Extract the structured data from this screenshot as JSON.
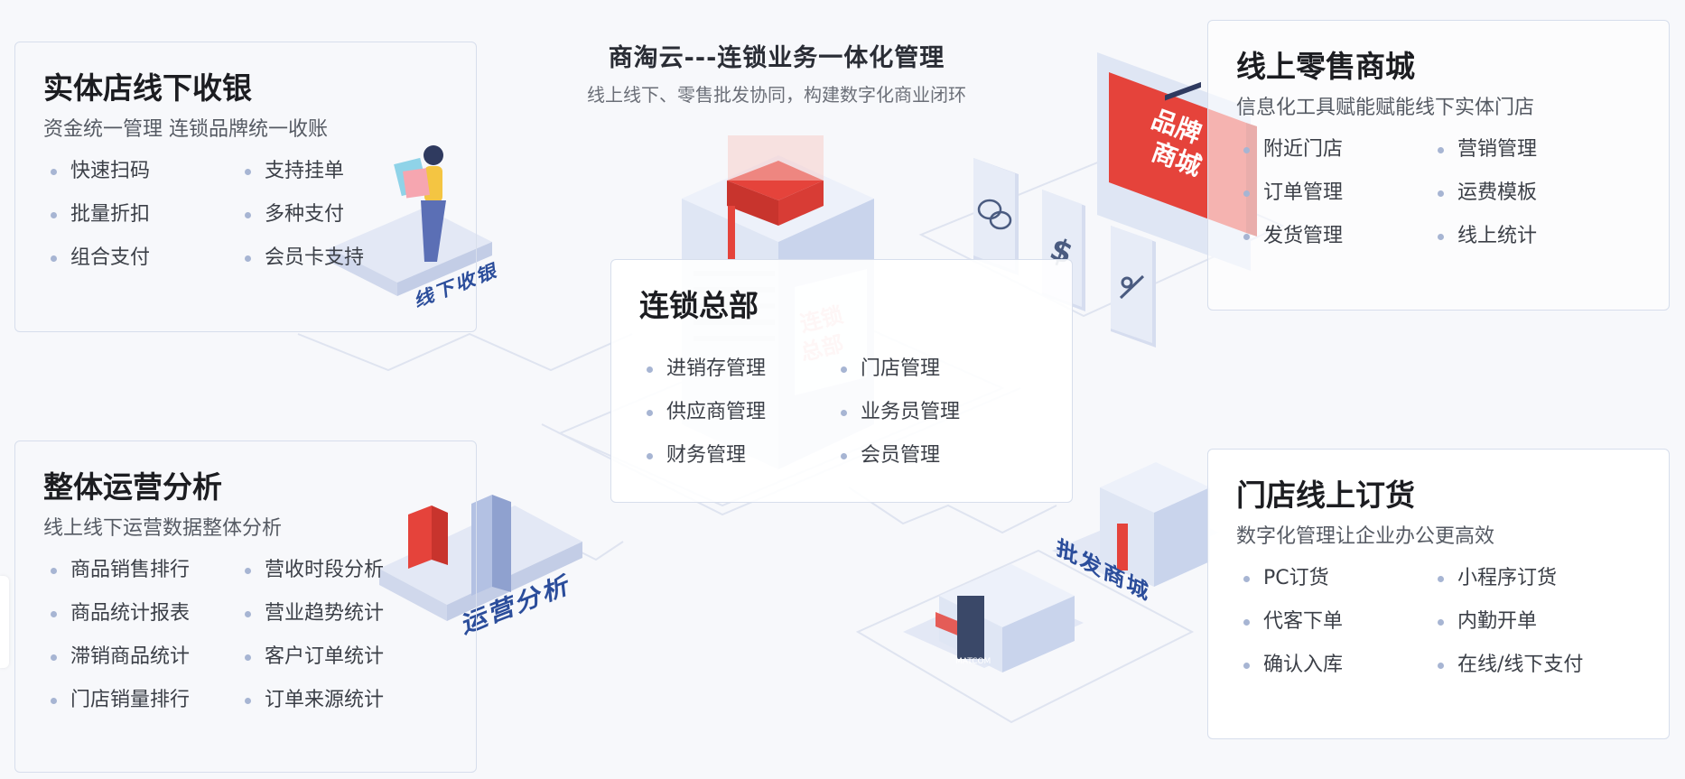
{
  "header": {
    "title": "商淘云---连锁业务一体化管理",
    "subtitle": "线上线下、零售批发协同，构建数字化商业闭环"
  },
  "cards": {
    "offline": {
      "title": "实体店线下收银",
      "desc": "资金统一管理 连锁品牌统一收账",
      "items": [
        "快速扫码",
        "支持挂单",
        "批量折扣",
        "多种支付",
        "组合支付",
        "会员卡支持"
      ]
    },
    "online": {
      "title": "线上零售商城",
      "desc": "信息化工具赋能赋能线下实体门店",
      "items": [
        "附近门店",
        "营销管理",
        "订单管理",
        "运费模板",
        "发货管理",
        "线上统计"
      ]
    },
    "hq": {
      "title": "连锁总部",
      "items": [
        "进销存管理",
        "门店管理",
        "供应商管理",
        "业务员管理",
        "财务管理",
        "会员管理"
      ]
    },
    "analysis": {
      "title": "整体运营分析",
      "desc": "线上线下运营数据整体分析",
      "items": [
        "商品销售排行",
        "营收时段分析",
        "商品统计报表",
        "营业趋势统计",
        "滞销商品统计",
        "客户订单统计",
        "门店销量排行",
        "订单来源统计"
      ]
    },
    "ordering": {
      "title": "门店线上订货",
      "desc": "数字化管理让企业办公更高效",
      "items": [
        "PC订货",
        "小程序订货",
        "代客下单",
        "内勤开单",
        "确认入库",
        "在线/线下支付"
      ]
    }
  },
  "decor": {
    "offline_label": "线下收银",
    "analysis_label": "运营分析",
    "wholesale_label": "批发商城",
    "mall_sign_line1": "品牌",
    "mall_sign_line2": "商城",
    "hq_sign_line1": "连锁",
    "hq_sign_line2": "总部",
    "store_sign": "MATCOM",
    "wechat_icon": "wechat-icon",
    "payment_icon": "dollar-icon",
    "tools_icon": "tools-icon"
  },
  "colors": {
    "accent_red": "#e5433b",
    "accent_blue": "#2b4d9b",
    "platform": "#e3e8f5"
  }
}
